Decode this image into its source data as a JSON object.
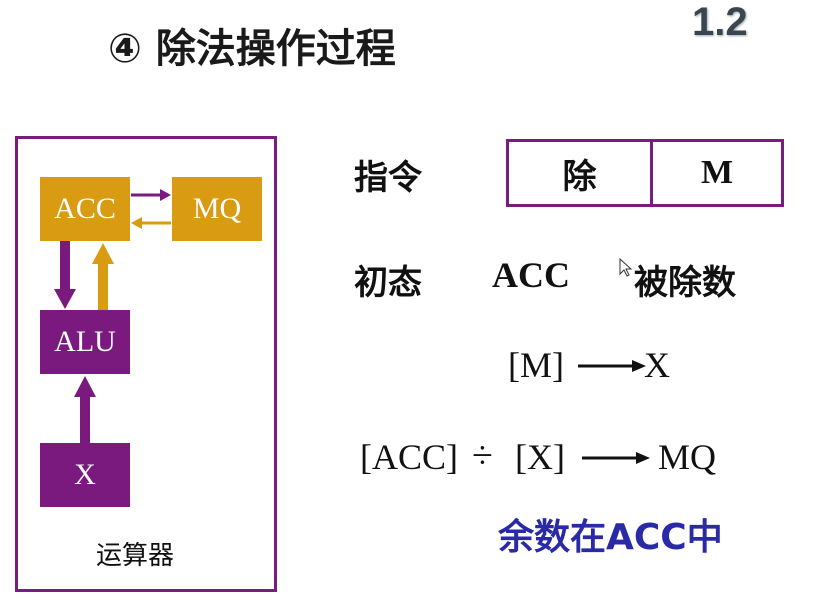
{
  "title": "④ 除法操作过程",
  "version_badge": "1.2",
  "unit": {
    "label": "运算器",
    "acc": "ACC",
    "mq": "MQ",
    "alu": "ALU",
    "x": "X"
  },
  "instruction": {
    "label": "指令",
    "op": "除",
    "operand": "M"
  },
  "initial": {
    "label": "初态",
    "register": "ACC",
    "value": "被除数"
  },
  "steps": {
    "load_left": "[M]",
    "load_right": "X",
    "div_left": "[ACC]",
    "div_op": "÷",
    "div_mid": "[X]",
    "div_right": "MQ",
    "remainder": "余数在ACC中"
  },
  "colors": {
    "purple": "#7a1a7e",
    "orange": "#d89b12",
    "blue_text": "#2a2aa6"
  }
}
